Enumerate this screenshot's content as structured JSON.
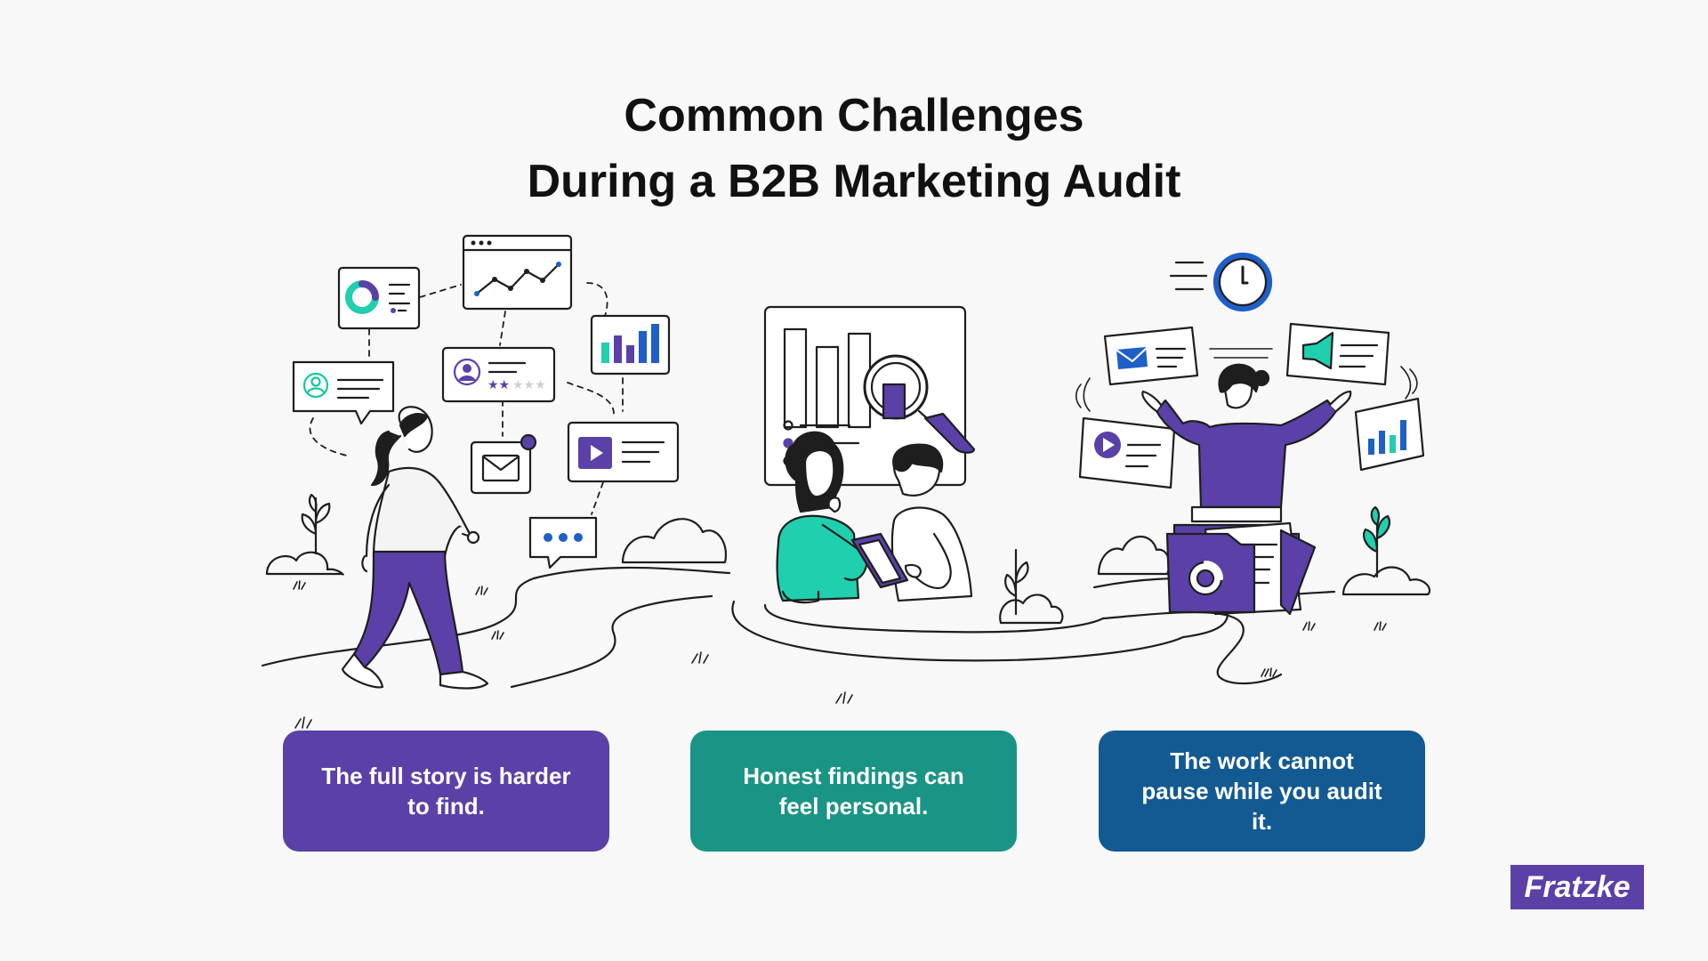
{
  "title": {
    "line1": "Common Challenges",
    "line2": "During a B2B Marketing Audit"
  },
  "cards": [
    {
      "text": "The full story is harder to find.",
      "color": "#5b40a8"
    },
    {
      "text": "Honest findings can feel personal.",
      "color": "#1a9484"
    },
    {
      "text": "The work cannot pause while you audit it.",
      "color": "#135a92"
    }
  ],
  "logo": {
    "text": "Fratzke",
    "color": "#5b40a8"
  },
  "colors": {
    "ink": "#1e1e1e",
    "purple": "#5b40a8",
    "teal": "#1fcfae",
    "blue": "#1e5fc8"
  },
  "icons": [
    "donut-chart-icon",
    "line-chart-icon",
    "bar-chart-icon",
    "profile-card-icon",
    "rating-stars-icon",
    "envelope-icon",
    "play-video-icon",
    "chat-dots-icon",
    "magnifier-icon",
    "clock-icon",
    "megaphone-icon",
    "folder-icon"
  ]
}
